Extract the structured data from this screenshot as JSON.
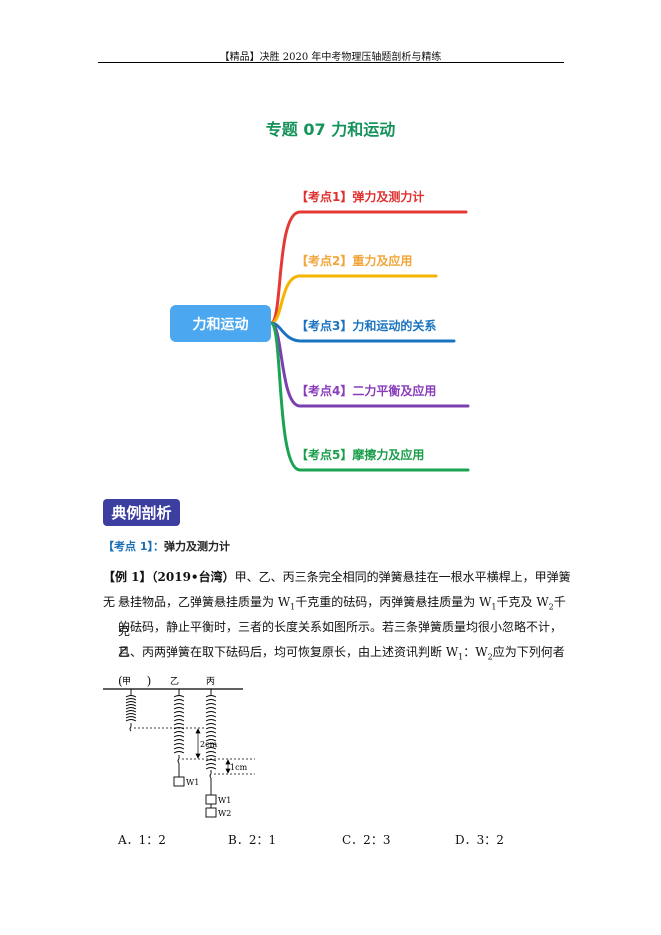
{
  "header": {
    "text": "【精品】决胜 2020 年中考物理压轴题剖析与精练"
  },
  "title": "专题 07 力和运动",
  "mindmap": {
    "root": "力和运动",
    "branches": [
      {
        "tag": "【考点1】",
        "label": "弹力及测力计",
        "color": "#e03030"
      },
      {
        "tag": "【考点2】",
        "label": "重力及应用",
        "color": "#f2a53a"
      },
      {
        "tag": "【考点3】",
        "label": "力和运动的关系",
        "color": "#1a73c0"
      },
      {
        "tag": "【考点4】",
        "label": "二力平衡及应用",
        "color": "#8a3dbb"
      },
      {
        "tag": "【考点5】",
        "label": "摩擦力及应用",
        "color": "#1a9e4a"
      }
    ],
    "branch_colors": {
      "red": "#e53935",
      "orange": "#f5b400",
      "blue": "#1a73c0",
      "purple": "#7b3fb0",
      "green": "#1aa350"
    }
  },
  "section_badge": "典例剖析",
  "kaodian": {
    "tag": "【考点 1】",
    "sep": "：",
    "title": "弹力及测力计"
  },
  "question": {
    "label": "【例 1】",
    "source": "（2019•台湾）",
    "line1": "甲、乙、丙三条完全相同的弹簧悬挂在一根水平横桿上，甲弹簧无",
    "line2a": "悬挂物品，乙弹簧悬挂质量为 W",
    "line2b": "千克重的砝码，丙弹簧悬挂质量为 W",
    "line2c": "千克及 W",
    "line2d": "千克",
    "line3": "的砝码，静止平衡时，三者的长度关系如图所示。若三条弹簧质量均很小忽略不计，且",
    "line4a": "乙、丙两弹簧在取下砝码后，均可恢复原长，由上述资讯判断 W",
    "line4b": "：W",
    "line4c": "应为下列何者(　　)",
    "sub1": "1",
    "sub2": "2"
  },
  "figure": {
    "jia": "甲",
    "yi": "乙",
    "bing": "丙",
    "dim1": "2cm",
    "dim2": "1cm",
    "w1": "W1",
    "w1b": "W1",
    "w2": "W2"
  },
  "options": [
    "A．1：2",
    "B．2：1",
    "C．2：3",
    "D．3：2"
  ]
}
